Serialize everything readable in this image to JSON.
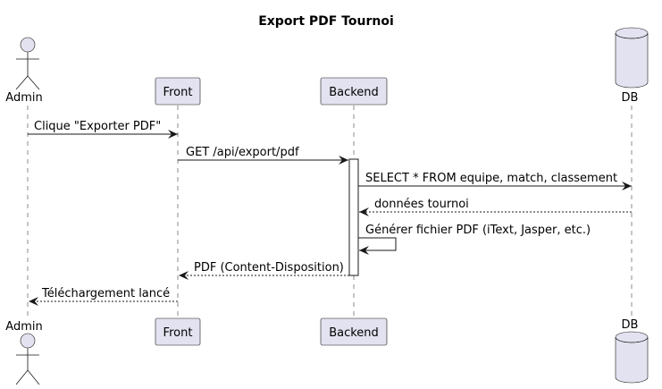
{
  "title": "Export PDF Tournoi",
  "participants": {
    "admin": {
      "label": "Admin",
      "kind": "actor"
    },
    "front": {
      "label": "Front",
      "kind": "participant"
    },
    "backend": {
      "label": "Backend",
      "kind": "participant"
    },
    "db": {
      "label": "DB",
      "kind": "database"
    }
  },
  "messages": [
    {
      "from": "admin",
      "to": "front",
      "text": "Clique \"Exporter PDF\"",
      "style": "solid"
    },
    {
      "from": "front",
      "to": "backend",
      "text": "GET /api/export/pdf",
      "style": "solid"
    },
    {
      "from": "backend",
      "to": "db",
      "text": "SELECT * FROM equipe, match, classement",
      "style": "solid"
    },
    {
      "from": "db",
      "to": "backend",
      "text": "données tournoi",
      "style": "dashed"
    },
    {
      "from": "backend",
      "to": "backend",
      "text": "Générer fichier PDF (iText, Jasper, etc.)",
      "style": "solid"
    },
    {
      "from": "backend",
      "to": "front",
      "text": "PDF (Content-Disposition)",
      "style": "dashed"
    },
    {
      "from": "front",
      "to": "admin",
      "text": "Téléchargement lancé",
      "style": "dashed"
    }
  ],
  "colors": {
    "participant_fill": "#e2e2f0",
    "stroke": "#181818",
    "background": "#ffffff"
  }
}
